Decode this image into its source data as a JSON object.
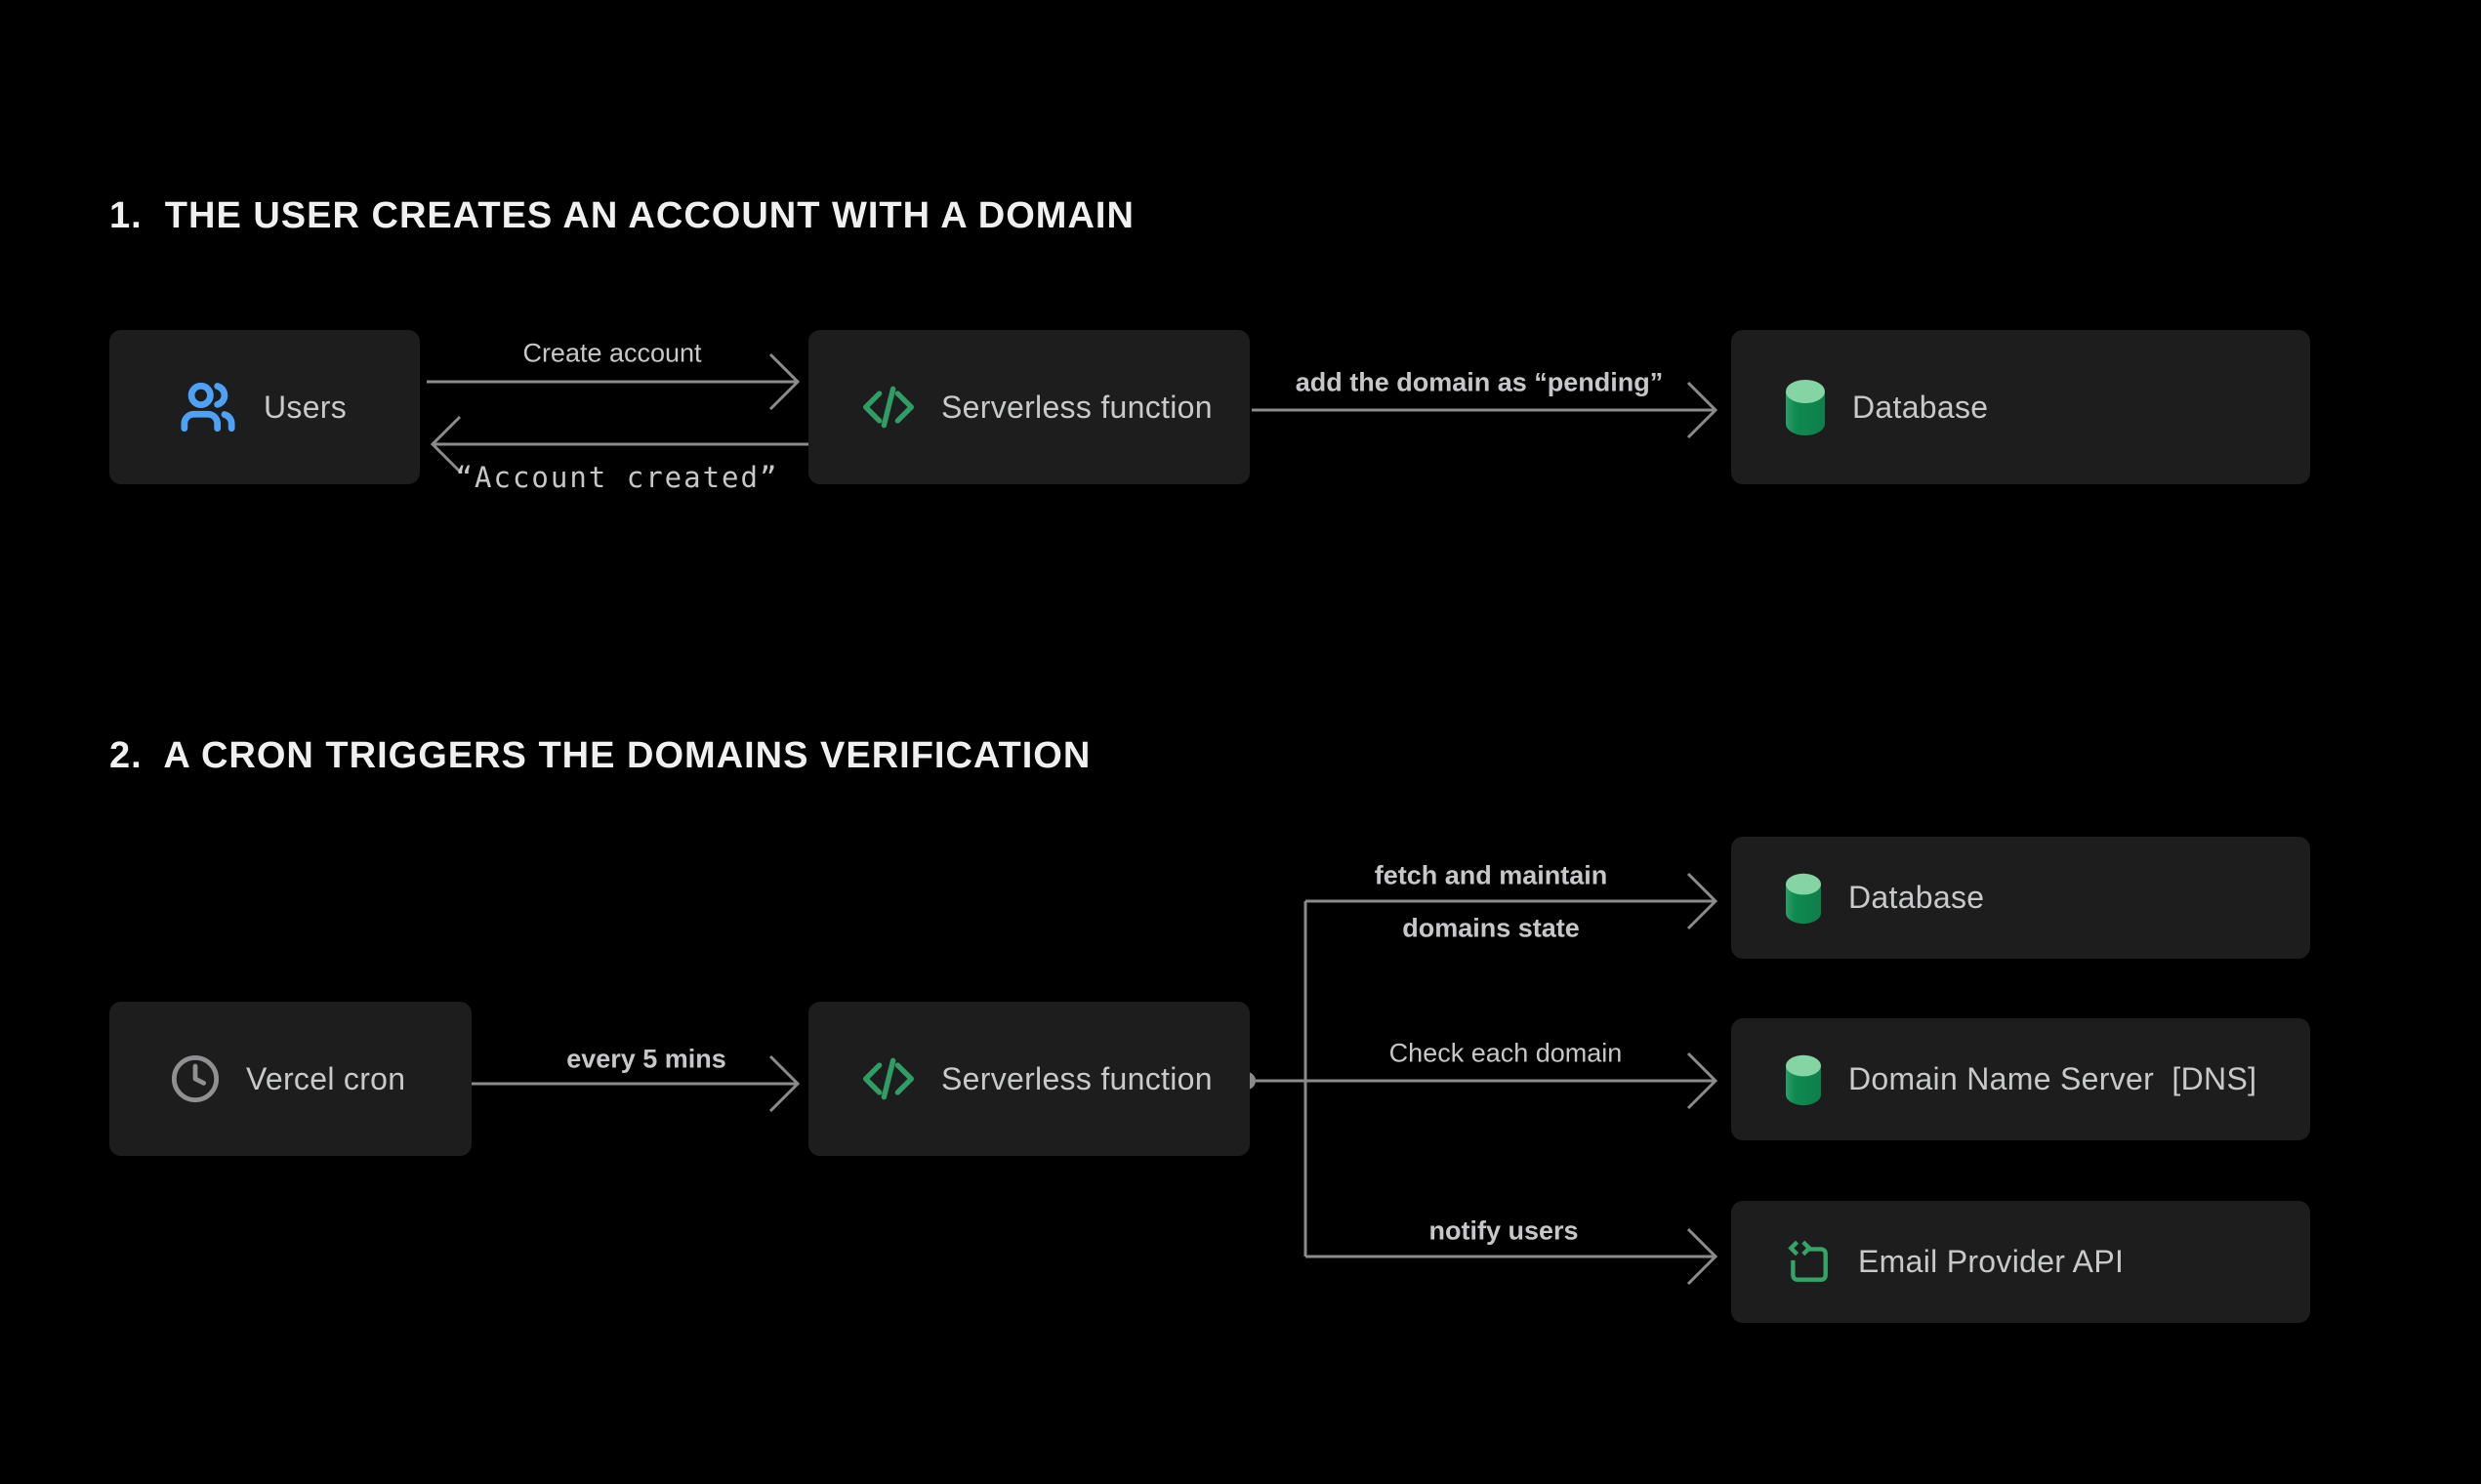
{
  "s1": {
    "title": "1.  THE USER CREATES AN ACCOUNT WITH A DOMAIN",
    "users": "Users",
    "serverless": "Serverless function",
    "database": "Database",
    "create_account": "Create account",
    "account_created": "“Account created”",
    "add_domain": "add the domain as “pending”"
  },
  "s2": {
    "title": "2.  A CRON TRIGGERS THE DOMAINS VERIFICATION",
    "cron": "Vercel cron",
    "serverless": "Serverless function",
    "every": "every 5 mins",
    "database": "Database",
    "dns": "Domain Name Server  [DNS]",
    "email": "Email Provider API",
    "fetch_line1": "fetch and maintain",
    "fetch_line2": "domains state",
    "check": "Check each domain",
    "notify": "notify users"
  },
  "icons": {
    "users": "users-icon (two people, blue)",
    "serverless": "code-icon (</>, green)",
    "database": "database-cylinder-icon (green)",
    "cron": "clock-icon (gray)",
    "email": "api-bracket-icon (open square with <>, green)"
  },
  "colors": {
    "background": "#000000",
    "box_background": "#1d1d1d",
    "box_text": "#c8c9ca",
    "title_text": "#f0f0f0",
    "arrow": "#8b8b8d",
    "edge_label": "#c7c7c9",
    "icon_blue": "#4da2f7",
    "icon_green": "#2f9e64",
    "cylinder_top": "#85d4a4",
    "cylinder_body": "#0f8a50",
    "icon_gray": "#909092"
  }
}
